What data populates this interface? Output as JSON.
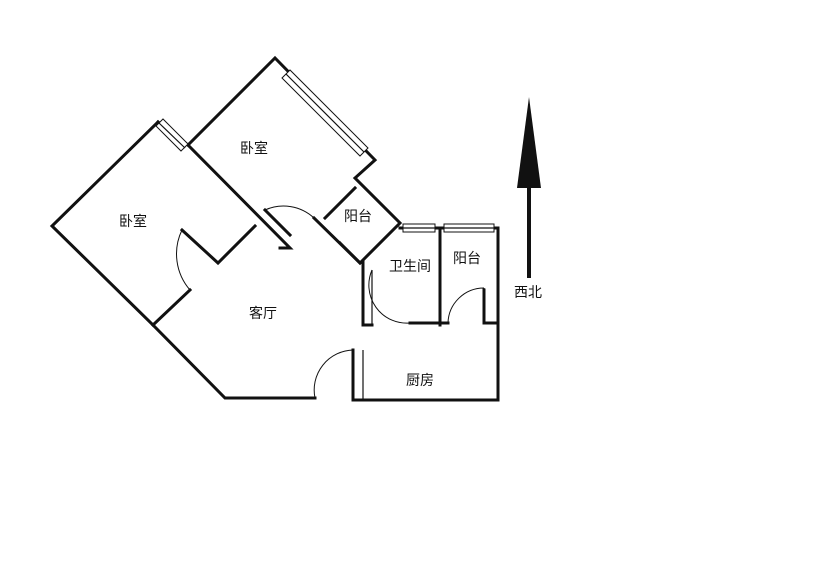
{
  "rooms": {
    "bedroom_top": "卧室",
    "bedroom_left": "卧室",
    "balcony_small": "阳台",
    "bathroom": "卫生间",
    "balcony_right": "阳台",
    "living_room": "客厅",
    "kitchen": "厨房"
  },
  "compass": {
    "label": "西北",
    "icon": "north-arrow-icon"
  },
  "colors": {
    "wall": "#111111",
    "background": "#ffffff"
  }
}
